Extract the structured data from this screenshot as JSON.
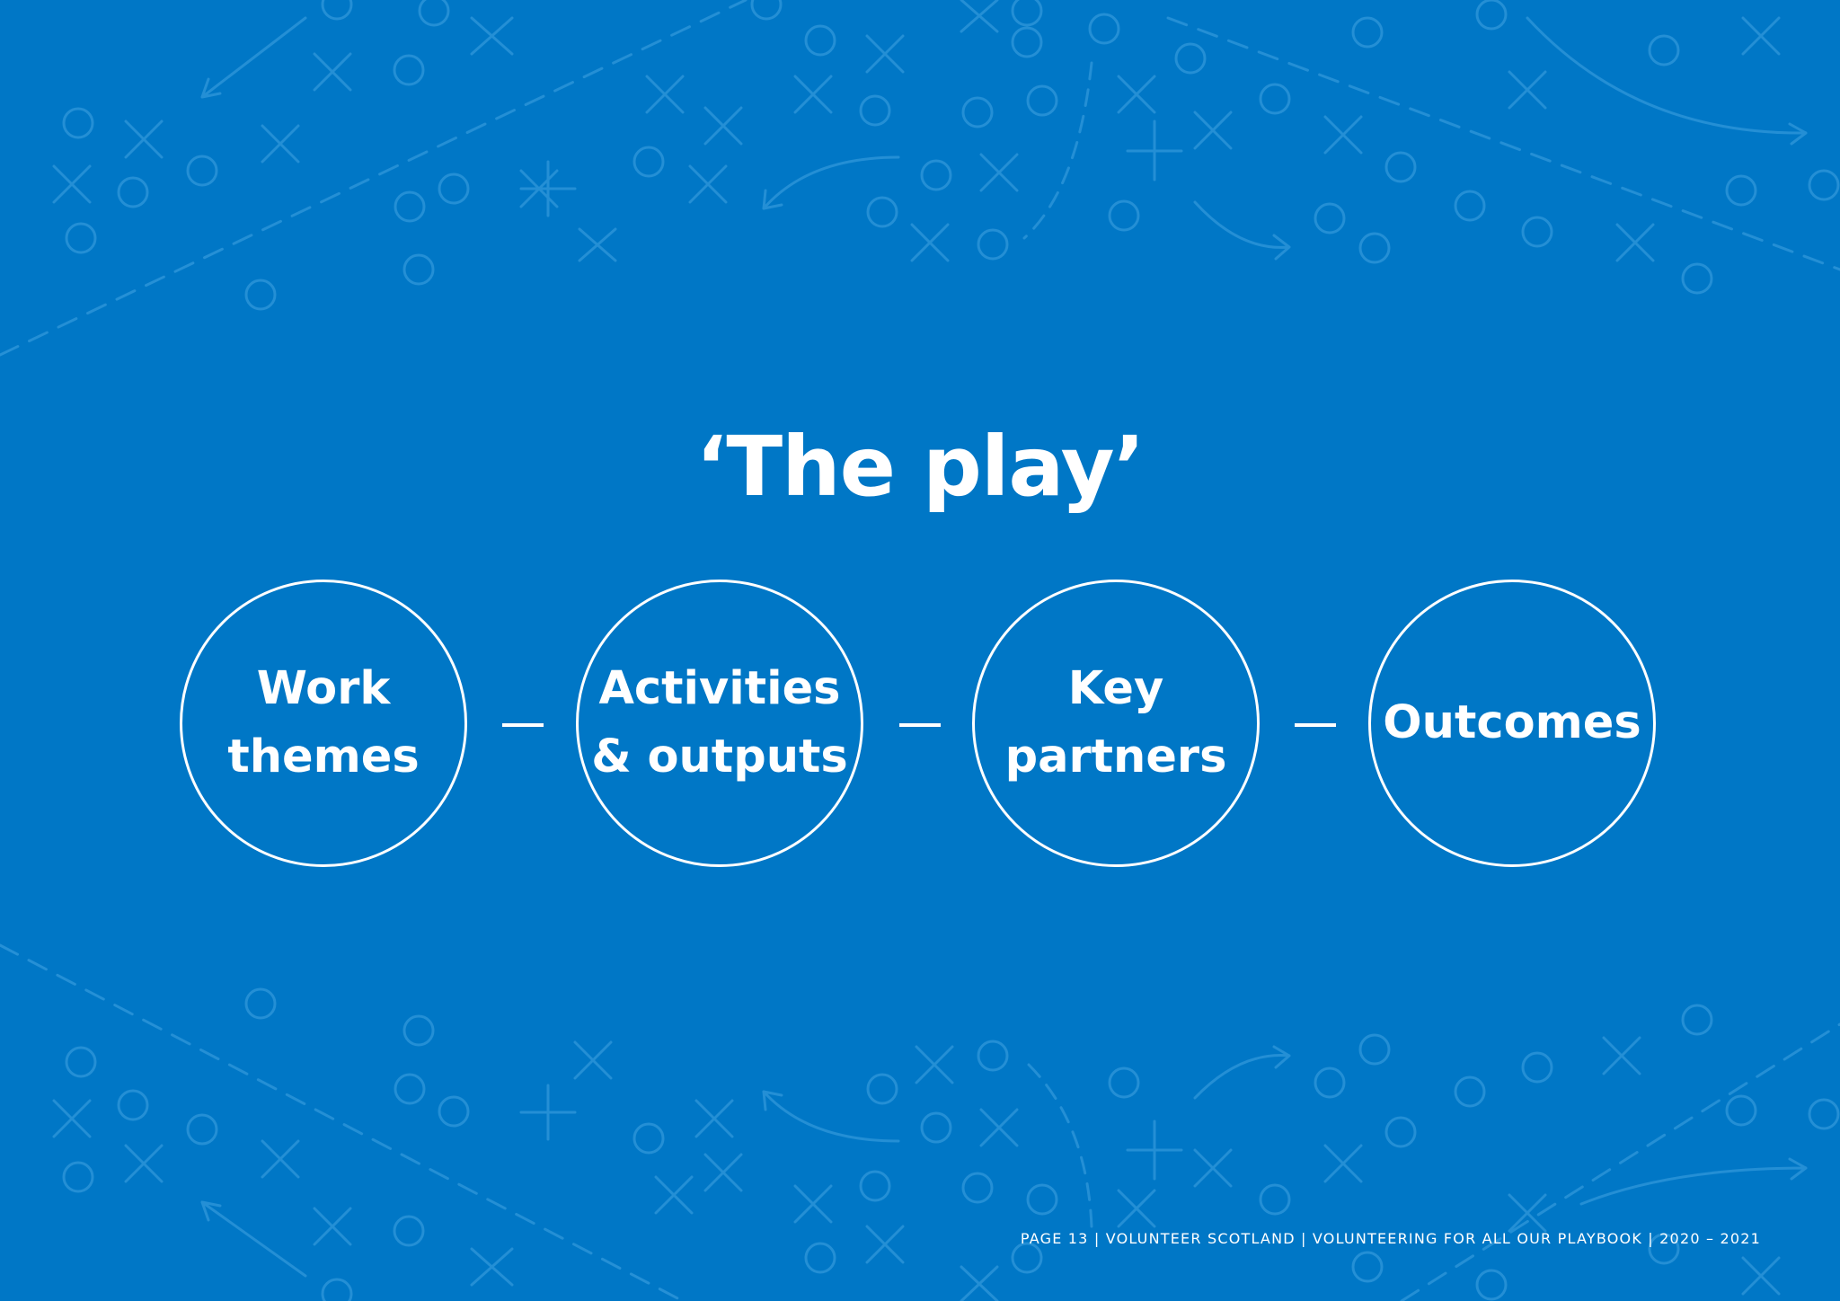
{
  "title": "‘The play’",
  "steps": [
    {
      "line1": "Work",
      "line2": "themes"
    },
    {
      "line1": "Activities",
      "line2": "& outputs"
    },
    {
      "line1": "Key",
      "line2": "partners"
    },
    {
      "line1": "Outcomes",
      "line2": ""
    }
  ],
  "connector": "–",
  "footer": "PAGE 13 | VOLUNTEER SCOTLAND | VOLUNTEERING FOR ALL OUR PLAYBOOK | 2020 – 2021",
  "colors": {
    "background": "#0077c6",
    "pattern": "#2b94d8",
    "text": "#ffffff"
  }
}
